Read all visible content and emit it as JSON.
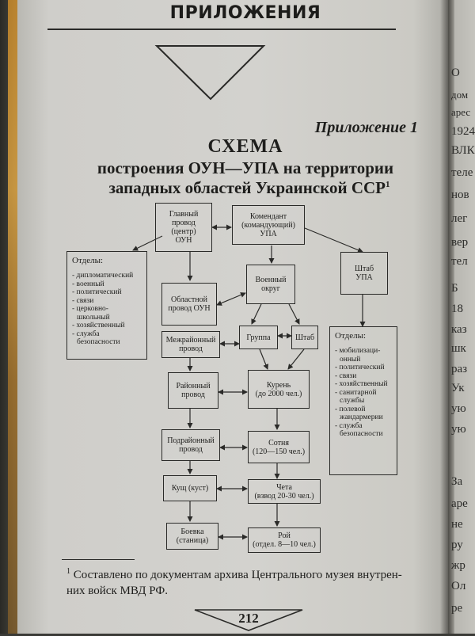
{
  "page": {
    "running_header": "ПРИЛОЖЕНИЯ",
    "appendix_label": "Приложение 1",
    "title_line1": "СХЕМА",
    "title_line2": "построения ОУН—УПА на территории",
    "title_line3": "западных областей Украинской ССР",
    "title_footnote_mark": "1",
    "page_number": "212"
  },
  "diagram": {
    "main_provod": [
      "Главный",
      "провод",
      "(центр)",
      "ОУН"
    ],
    "commandant": [
      "Комендант",
      "(командующий)",
      "УПА"
    ],
    "departments_left": {
      "head": "Отделы:",
      "items": [
        {
          "t": "дипломатический",
          "cont": false
        },
        {
          "t": "военный",
          "cont": false
        },
        {
          "t": "политический",
          "cont": false
        },
        {
          "t": "связи",
          "cont": false
        },
        {
          "t": "церковно-",
          "cont": false
        },
        {
          "t": "школьный",
          "cont": true
        },
        {
          "t": "хозяйственный",
          "cont": false
        },
        {
          "t": "служба",
          "cont": false
        },
        {
          "t": "безопасности",
          "cont": true
        }
      ]
    },
    "regional_provod": [
      "Областной",
      "провод ОУН"
    ],
    "military_district": [
      "Военный",
      "округ"
    ],
    "staff_upa": [
      "Штаб",
      "УПА"
    ],
    "interdistrict_provod": [
      "Межрайонный",
      "провод"
    ],
    "group": [
      "Группа"
    ],
    "staff": [
      "Штаб"
    ],
    "departments_right": {
      "head": "Отделы:",
      "items": [
        {
          "t": "мобилизаци-",
          "cont": false
        },
        {
          "t": "онный",
          "cont": true
        },
        {
          "t": "политический",
          "cont": false
        },
        {
          "t": "связи",
          "cont": false
        },
        {
          "t": "хозяйственный",
          "cont": false
        },
        {
          "t": "санитарной",
          "cont": false
        },
        {
          "t": "службы",
          "cont": true
        },
        {
          "t": "полевой",
          "cont": false
        },
        {
          "t": "жандармерии",
          "cont": true
        },
        {
          "t": "служба",
          "cont": false
        },
        {
          "t": "безопасности",
          "cont": true
        }
      ]
    },
    "district_provod": [
      "Районный",
      "провод"
    ],
    "kuren": [
      "Курень",
      "(до 2000 чел.)"
    ],
    "subdistrict_provod": [
      "Подрайонный",
      "провод"
    ],
    "sotnia": [
      "Сотня",
      "(120—150 чел.)"
    ],
    "kushch": [
      "Кущ (куст)"
    ],
    "cheta": [
      "Чета",
      "(взвод 20-30 чел.)"
    ],
    "boyevka": [
      "Боевка",
      "(станица)"
    ],
    "roy": [
      "Рой",
      "(отдел. 8—10 чел.)"
    ]
  },
  "footnote": {
    "mark": "1",
    "line1": "Составлено по документам архива Центрального музея внутрен-",
    "line2": "них войск МВД РФ."
  },
  "right_page_fragments": [
    "О",
    "дом",
    "арес",
    "1924",
    "ВЛК",
    "теле",
    "нов",
    "лег",
    "вер",
    "тел",
    "Б",
    "18",
    "каз",
    "шк",
    "раз",
    "Ук",
    "ую",
    "ую",
    "За",
    "аре",
    "не",
    "ру",
    "жр",
    "Ол",
    "ре"
  ]
}
